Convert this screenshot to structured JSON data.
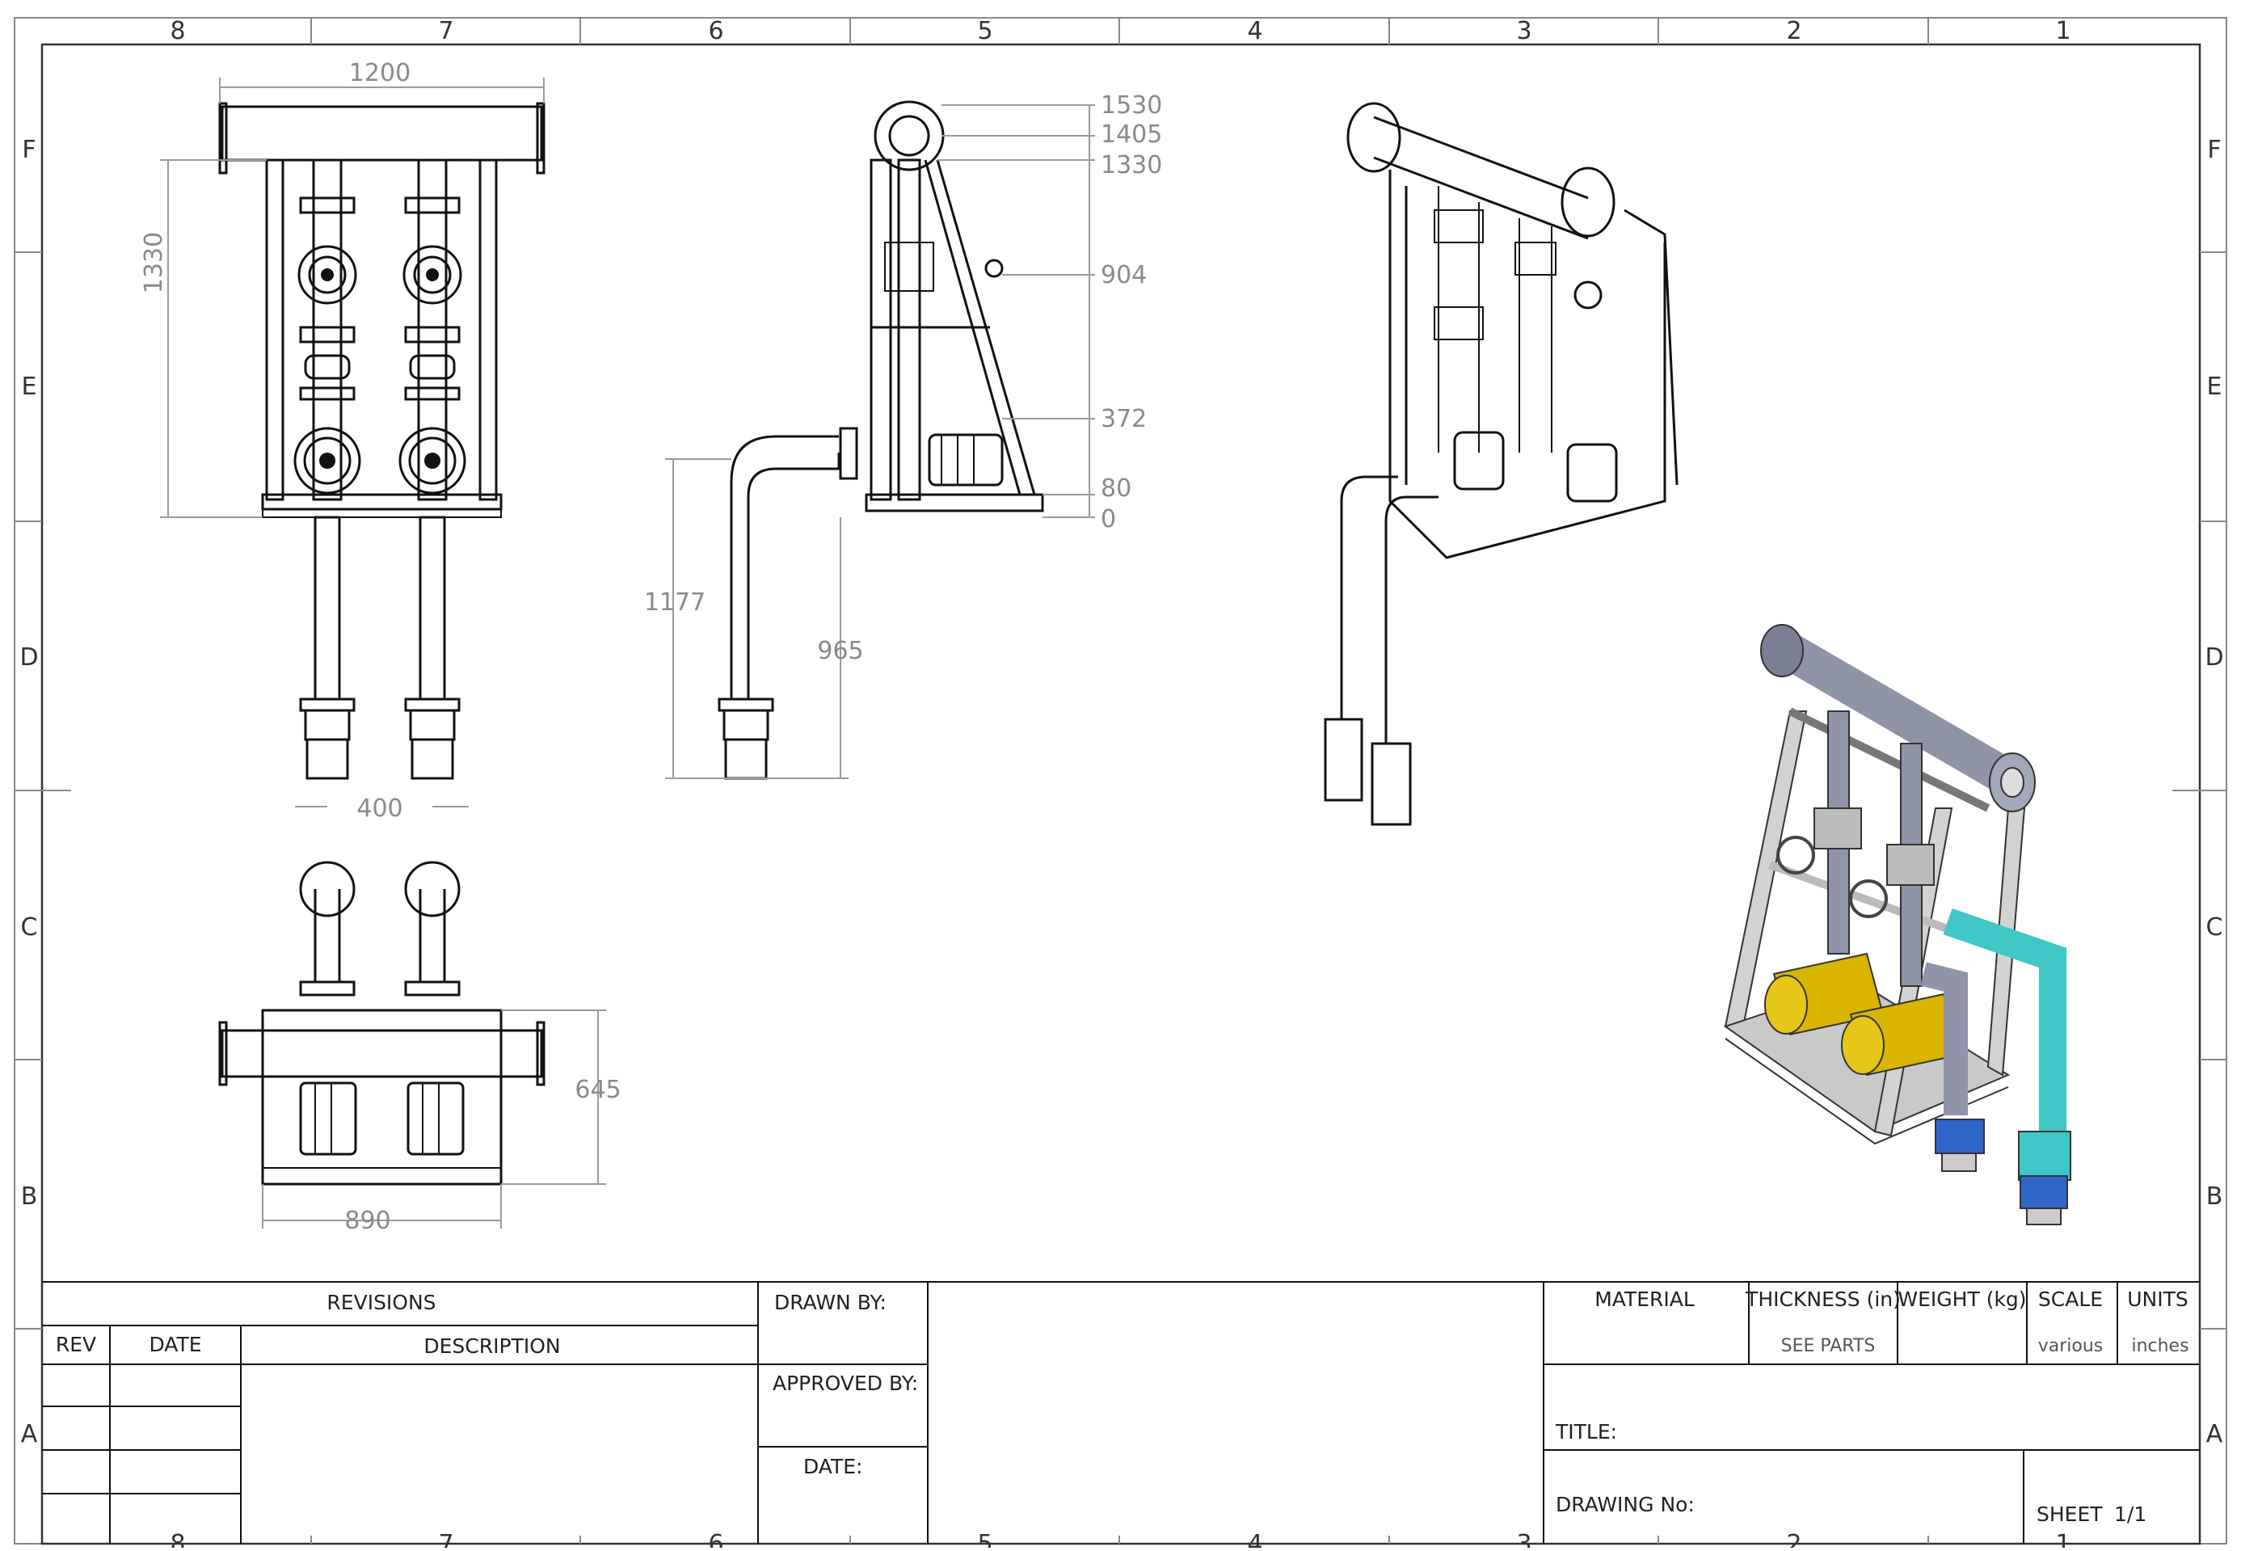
{
  "zones": {
    "columns": [
      "8",
      "7",
      "6",
      "5",
      "4",
      "3",
      "2",
      "1"
    ],
    "rows": [
      "F",
      "E",
      "D",
      "C",
      "B",
      "A"
    ]
  },
  "dimensions": {
    "front_width": "1200",
    "front_height": "1330",
    "pump_spacing": "400",
    "side_levels": [
      "1530",
      "1405",
      "1330",
      "904",
      "372",
      "80",
      "0"
    ],
    "inlet_length": "1177",
    "inlet_drop": "965",
    "top_depth": "645",
    "top_width": "890"
  },
  "title_block": {
    "revisions_header": "REVISIONS",
    "rev_col": "REV",
    "date_col": "DATE",
    "description_col": "DESCRIPTION",
    "drawn_by": "DRAWN BY:",
    "approved_by": "APPROVED BY:",
    "date_label": "DATE:",
    "material": "MATERIAL",
    "thickness": "THICKNESS (in)",
    "thickness_value": "SEE PARTS",
    "weight": "WEIGHT (kg)",
    "scale": "SCALE",
    "scale_value": "various",
    "units": "units",
    "units_label": "UNITS",
    "units_value": "inches",
    "title_label": "TITLE:",
    "drawing_no": "DRAWING No:",
    "sheet_label": "SHEET",
    "sheet_value": "1/1"
  },
  "colors": {
    "line": "#111111",
    "dimension": "#8a8a8a",
    "frame_steel": "#cfcfcf",
    "pipe": "#8f93a6",
    "motor": "#d9b400",
    "flange_blue": "#2f66c8",
    "pipe_cyan": "#3fc7c7"
  }
}
